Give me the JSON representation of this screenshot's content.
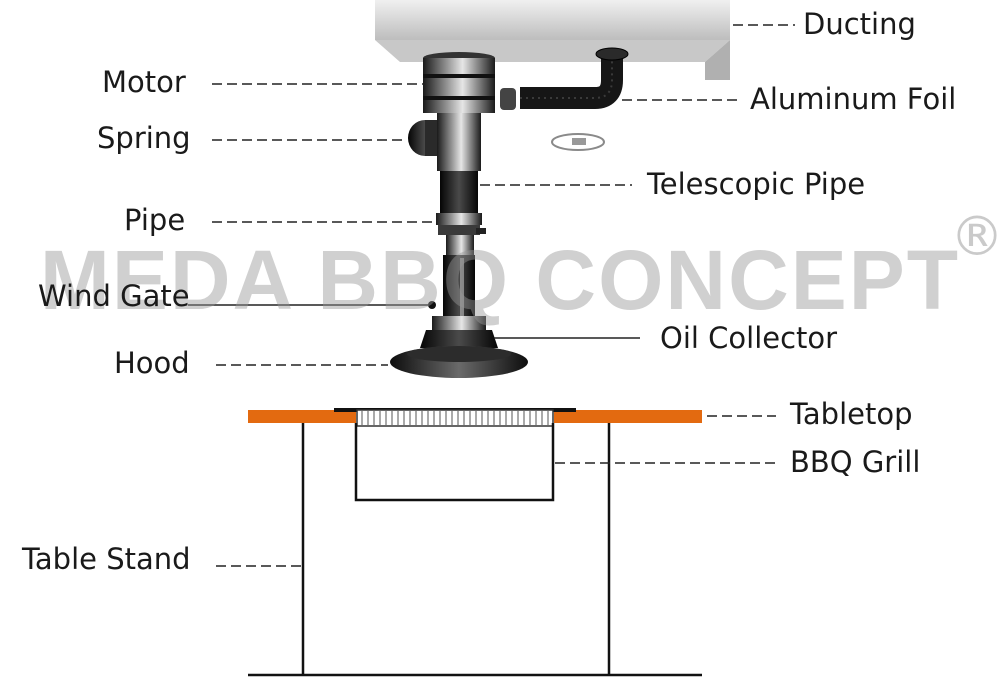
{
  "diagram": {
    "watermark": "MEDA BBQ CONCEPT",
    "registered_mark": "®",
    "labels": {
      "ducting": "Ducting",
      "motor": "Motor",
      "aluminum_foil": "Aluminum Foil",
      "spring": "Spring",
      "telescopic_pipe": "Telescopic Pipe",
      "pipe": "Pipe",
      "wind_gate": "Wind Gate",
      "oil_collector": "Oil Collector",
      "hood": "Hood",
      "tabletop": "Tabletop",
      "bbq_grill": "BBQ Grill",
      "table_stand": "Table Stand"
    },
    "colors": {
      "tabletop": "#e36a10",
      "ducting": "#d9d9d9",
      "pipe_dark": "#1c1c1c",
      "line": "#111111"
    }
  }
}
